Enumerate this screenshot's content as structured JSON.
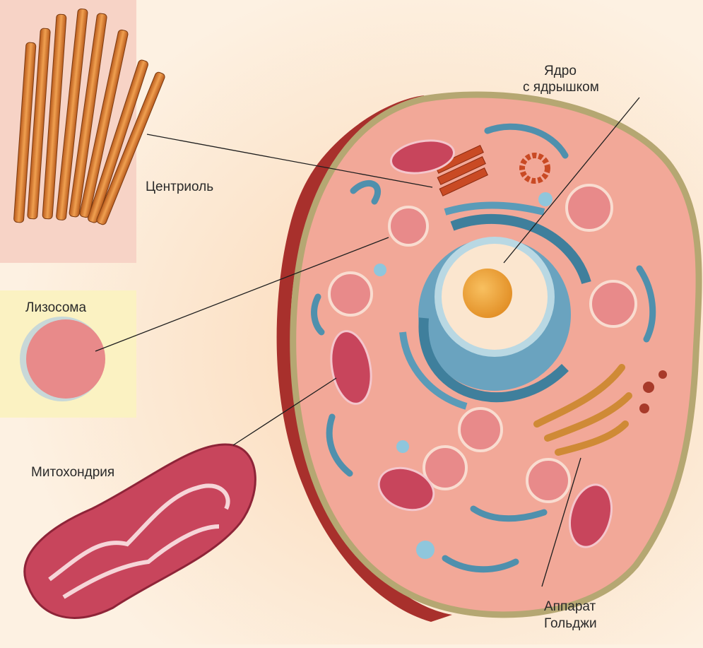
{
  "labels": {
    "centriole": "Центриоль",
    "lysosome": "Лизосома",
    "mitochondrion": "Митохондрия",
    "nucleus_line1": "Ядро",
    "nucleus_line2": "с ядрышком",
    "golgi_line1": "Аппарат",
    "golgi_line2": "Гольджи"
  },
  "colors": {
    "background": "#fdf1e2",
    "cytoplasm": "#f2a898",
    "membrane": "#b5a772",
    "cut_edge": "#a8302c",
    "centriole_panel": "#f7d3c6",
    "lysosome_panel": "#fbf2c2",
    "centriole_tube": "#d9782e",
    "lysosome": "#e88a8a",
    "mitochondrion": "#c8455c",
    "er": "#4f90ad",
    "golgi": "#cf8a36",
    "nucleolus": "#f0a030",
    "nucleus": "#fbe6cf"
  }
}
